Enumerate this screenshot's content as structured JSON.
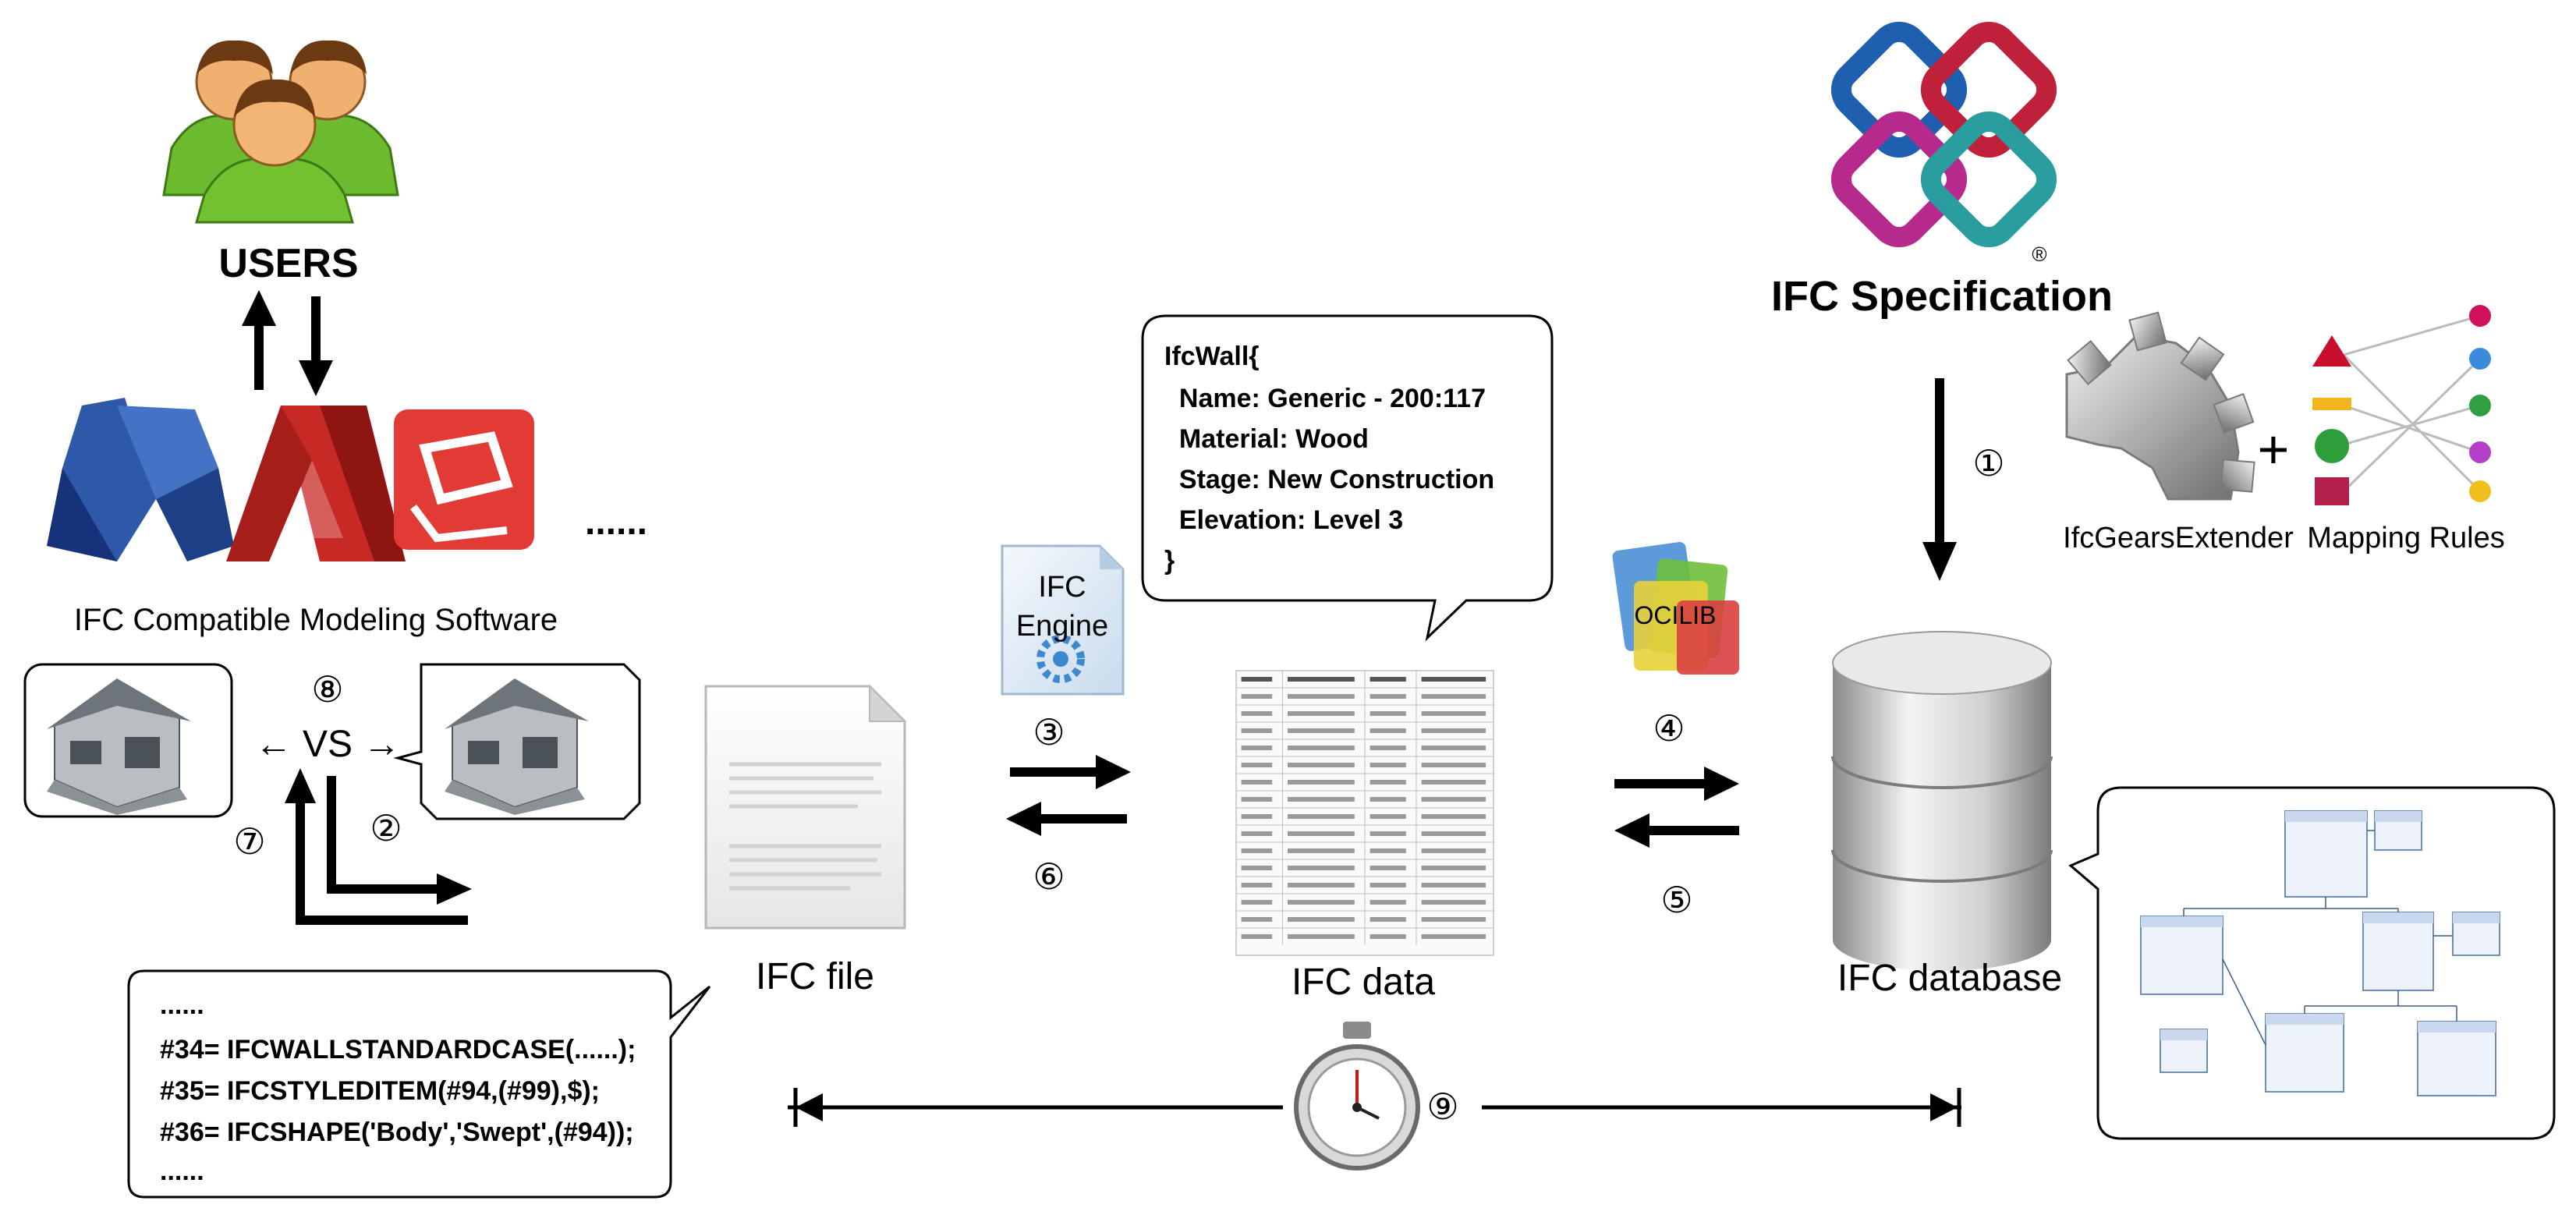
{
  "users": {
    "label": "USERS"
  },
  "modeling_software": {
    "caption": "IFC Compatible Modeling Software",
    "ellipsis": "......",
    "comparison": "← VS →"
  },
  "specification": {
    "label": "IFC Specification",
    "registered_mark": "®"
  },
  "extender": {
    "gear_label": "IfcGearsExtender",
    "plus": "+",
    "mapping_label": "Mapping Rules"
  },
  "engine": {
    "line1": "IFC",
    "line2": "Engine"
  },
  "ocilib": {
    "label": "OCILIB"
  },
  "ifc_file": {
    "label": "IFC file",
    "code_lines": [
      "......",
      "#34= IFCWALLSTANDARDCASE(......);",
      "#35= IFCSTYLEDITEM(#94,(#99),$);",
      "#36= IFCSHAPE('Body','Swept',(#94));",
      "......"
    ]
  },
  "ifc_data": {
    "label": "IFC data",
    "callout_lines": [
      "IfcWall{",
      "  Name: Generic - 200:117",
      "  Material: Wood",
      "  Stage: New Construction",
      "  Elevation: Level 3",
      "}"
    ]
  },
  "ifc_database": {
    "label": "IFC database"
  },
  "steps": {
    "s1": "①",
    "s2": "②",
    "s3": "③",
    "s4": "④",
    "s5": "⑤",
    "s6": "⑥",
    "s7": "⑦",
    "s8": "⑧",
    "s9": "⑨"
  },
  "icons": {
    "users": "users-group-icon",
    "revit": "revit-logo-icon",
    "autocad": "autocad-logo-icon",
    "sketchup": "sketchup-logo-icon",
    "ifc_logo": "ifc-logo-icon",
    "gear": "gear-icon",
    "engine_doc": "document-gear-icon",
    "ocilib": "ocilib-logo-icon",
    "file": "document-icon",
    "table": "data-table-icon",
    "database": "database-cylinder-icon",
    "stopwatch": "stopwatch-icon",
    "uml": "uml-diagram-icon"
  }
}
